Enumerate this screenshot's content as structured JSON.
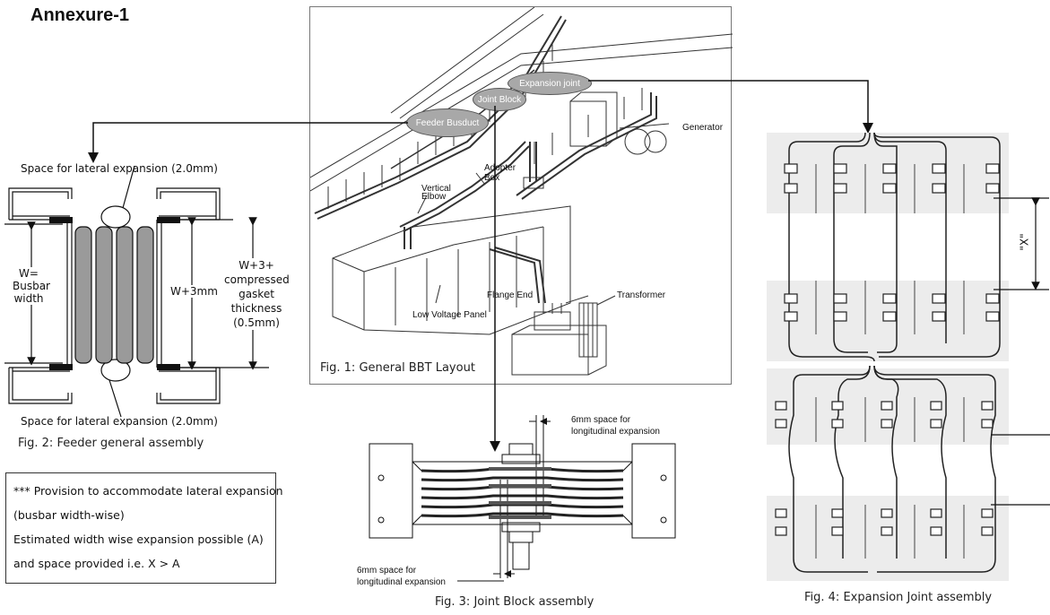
{
  "title": "Annexure-1",
  "fig1": {
    "caption": "Fig. 1: General BBT Layout",
    "ovals": {
      "feeder": "Feeder Busduct",
      "joint": "Joint Block",
      "expansion": "Expansion joint"
    },
    "labels": {
      "generator": "Generator",
      "adopter_1": "Adopter",
      "adopter_2": "Box",
      "vertical_1": "Vertical",
      "vertical_2": "Elbow",
      "flange": "Flange End",
      "transformer": "Transformer",
      "lvpanel": "Low Voltage Panel"
    }
  },
  "fig2": {
    "caption": "Fig. 2: Feeder general assembly",
    "top_note": "Space for lateral expansion (2.0mm)",
    "bottom_note": "Space for lateral expansion (2.0mm)",
    "w_label": [
      "W=",
      "Busbar",
      "width"
    ],
    "w3_label": "W+3mm",
    "w3g_label": [
      "W+3+",
      "compressed",
      "gasket",
      "thickness",
      "(0.5mm)"
    ]
  },
  "note": {
    "lines": [
      "*** Provision to accommodate lateral expansion",
      "(busbar width-wise)",
      "Estimated width wise expansion possible (A)",
      "and space provided i.e. X > A"
    ]
  },
  "fig3": {
    "caption": "Fig. 3: Joint Block assembly",
    "top_note": [
      "6mm space for",
      "longitudinal expansion"
    ],
    "bottom_note": [
      "6mm space for",
      "longitudinal expansion"
    ]
  },
  "fig4": {
    "caption": "Fig. 4: Expansion Joint assembly",
    "x_label": "\"X\""
  }
}
